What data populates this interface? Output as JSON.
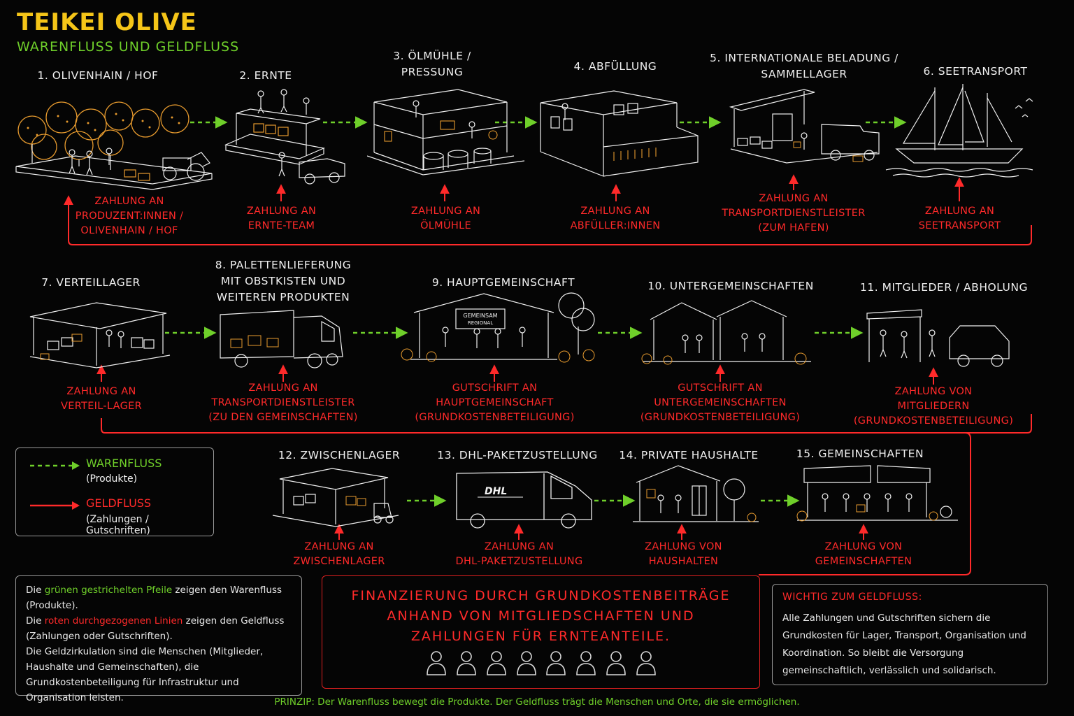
{
  "header": {
    "title": "TEIKEI OLIVE",
    "subtitle": "WARENFLUSS UND GELDFLUSS"
  },
  "stages": [
    {
      "title": "1. OLIVENHAIN / HOF",
      "payment": "ZAHLUNG AN\nPRODUZENT:INNEN /\nOLIVENHAIN / HOF",
      "icon": "olive-grove-icon"
    },
    {
      "title": "2. ERNTE",
      "payment": "ZAHLUNG AN\nERNTE-TEAM",
      "icon": "harvest-icon"
    },
    {
      "title": "3. ÖLMÜHLE /\nPRESSUNG",
      "payment": "ZAHLUNG AN\nÖLMÜHLE",
      "icon": "oil-mill-icon"
    },
    {
      "title": "4. ABFÜLLUNG",
      "payment": "ZAHLUNG AN\nABFÜLLER:INNEN",
      "icon": "bottling-icon"
    },
    {
      "title": "5. INTERNATIONALE BELADUNG /\nSAMMELLAGER",
      "payment": "ZAHLUNG AN\nTRANSPORTDIENSTLEISTER\n(ZUM HAFEN)",
      "icon": "warehouse-truck-icon"
    },
    {
      "title": "6. SEETRANSPORT",
      "payment": "ZAHLUNG AN\nSEETRANSPORT",
      "icon": "sailing-ship-icon"
    },
    {
      "title": "7. VERTEILLAGER",
      "payment": "ZAHLUNG AN\nVERTEIL-LAGER",
      "icon": "distribution-warehouse-icon"
    },
    {
      "title": "8. PALETTENLIEFERUNG\nMIT OBSTKISTEN UND\nWEITEREN PRODUKTEN",
      "payment": "ZAHLUNG AN\nTRANSPORTDIENSTLEISTER\n(ZU DEN GEMEINSCHAFTEN)",
      "icon": "truck-icon"
    },
    {
      "title": "9. HAUPTGEMEINSCHAFT",
      "payment": "GUTSCHRIFT AN\nHAUPTGEMEINSCHAFT\n(GRUNDKOSTENBETEILIGUNG)",
      "icon": "main-community-icon",
      "sign": "GEMEINSAM\nREGIONAL"
    },
    {
      "title": "10. UNTERGEMEINSCHAFTEN",
      "payment": "GUTSCHRIFT AN\nUNTERGEMEINSCHAFTEN\n(GRUNDKOSTENBETEILIGUNG)",
      "icon": "sub-communities-icon"
    },
    {
      "title": "11. MITGLIEDER / ABHOLUNG",
      "payment": "ZAHLUNG VON\nMITGLIEDERN\n(GRUNDKOSTENBETEILIGUNG)",
      "icon": "member-pickup-icon"
    },
    {
      "title": "12. ZWISCHENLAGER",
      "payment": "ZAHLUNG AN\nZWISCHENLAGER",
      "icon": "interim-storage-icon"
    },
    {
      "title": "13. DHL-PAKETZUSTELLUNG",
      "payment": "ZAHLUNG AN\nDHL-PAKETZUSTELLUNG",
      "icon": "dhl-van-icon",
      "logo": "DHL"
    },
    {
      "title": "14. PRIVATE HAUSHALTE",
      "payment": "ZAHLUNG VON\nHAUSHALTEN",
      "icon": "household-icon"
    },
    {
      "title": "15. GEMEINSCHAFTEN",
      "payment": "ZAHLUNG VON\nGEMEINSCHAFTEN",
      "icon": "communities-icon"
    }
  ],
  "legend": {
    "goods_label": "WARENFLUSS",
    "goods_sub": "(Produkte)",
    "money_label": "GELDFLUSS",
    "money_sub": "(Zahlungen / Gutschriften)"
  },
  "note": {
    "p1_a": "Die ",
    "p1_green": "grünen gestrichelten Pfeile",
    "p1_b": " zeigen den Warenfluss (Produkte).",
    "p2_a": "Die ",
    "p2_red": "roten durchgezogenen Linien",
    "p2_b": " zeigen den Geldfluss (Zahlungen oder Gutschriften).",
    "p3": "Die Geldzirkulation sind die Menschen (Mitglieder, Haushalte und Gemeinschaften), die Grundkostenbeteiligung für Infrastruktur und Organisation leisten."
  },
  "financing": {
    "text": "FINANZIERUNG DURCH GRUNDKOSTENBEITRÄGE\nANHAND VON MITGLIEDSCHAFTEN UND\nZAHLUNGEN FÜR ERNTEANTEILE.",
    "people_count": 8
  },
  "important": {
    "title": "WICHTIG ZUM GELDFLUSS:",
    "text": "Alle Zahlungen und Gutschriften sichern die Grundkosten für Lager, Transport, Organisation und Koordination. So bleibt die Versorgung gemeinschaftlich, verlässlich und solidarisch."
  },
  "principle": "PRINZIP: Der Warenfluss bewegt die Produkte. Der Geldfluss trägt die Menschen und Orte, die sie ermöglichen.",
  "colors": {
    "title": "#f5c518",
    "goods": "#6fcf2a",
    "money": "#ff2a2a",
    "line": "#f0f0f0",
    "accent": "#d9822b"
  }
}
